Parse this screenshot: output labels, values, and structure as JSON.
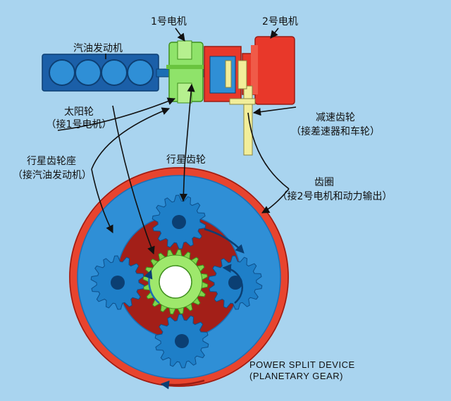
{
  "labels": {
    "engine": "汽油发动机",
    "motor1": "1号电机",
    "motor2": "2号电机",
    "sun_gear": "太阳轮",
    "sun_gear_note": "（接1号电机）",
    "reduction_gear": "减速齿轮",
    "reduction_gear_note": "（接差速器和车轮）",
    "carrier": "行星齿轮座",
    "carrier_note": "（接汽油发动机）",
    "planet_gear": "行星齿轮",
    "ring_gear": "齿圈",
    "ring_gear_note": "（接2号电机和动力输出）",
    "device_line1": "POWER SPLIT DEVICE",
    "device_line2": "(PLANETARY GEAR)"
  },
  "colors": {
    "background": "#a9d4ef",
    "engine_block": "#1b5fa8",
    "motor1": "#8fe36a",
    "motor2": "#e8382a",
    "ring_gear": "#e8442e",
    "carrier": "#2f8fd6",
    "planet_gear": "#1e7fc8",
    "sun_gear": "#7fd44a",
    "shaft": "#f2ee9a",
    "arrow": "#111111"
  }
}
